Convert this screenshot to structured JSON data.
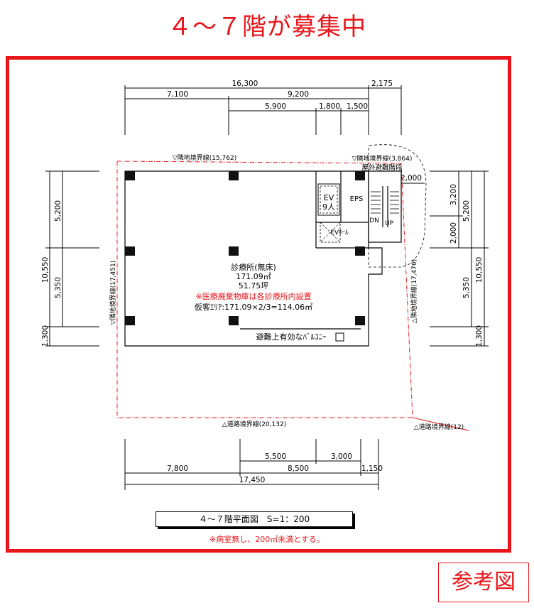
{
  "title": "４～７階が募集中",
  "stamp": "参考図",
  "plan": {
    "scale_title": "４～７階平面図　S=1：200",
    "note": "※病室無し、200㎡未満とする。",
    "room": {
      "name": "診療所(無床)",
      "area": "171.09㎡",
      "tsubo": "51.75坪",
      "waste_note": "※医療廃棄物庫は各診療所内設置",
      "rental": "仮客ｴﾘｱ:171.09×2/3=114.06㎡"
    },
    "labels": {
      "ev": "EV",
      "ev_capacity": "9人",
      "eps": "EPS",
      "ev_hall": "EVﾎｰﾙ",
      "dn": "DN",
      "up": "UP",
      "outdoor_stair": "屋外避難階段",
      "balcony": "避難上有効なﾊﾞﾙｺﾆｰ"
    },
    "boundaries": {
      "north": "▽隣地境界線(15,762)",
      "north_stair": "▽隣地境界線(3,864)",
      "west": "▽隣地境界線(17,451)",
      "east": "△隣地境界線(17,476)",
      "south": "△道路境界線(20,132)",
      "south_corner": "△道路境界線(12)"
    },
    "dims_top": [
      "16,300",
      "2,175",
      "7,100",
      "9,200",
      "5,900",
      "1,800",
      "1,500"
    ],
    "dims_right_extra": "2,000",
    "dims_left": [
      "10,550",
      "5,200",
      "5,350",
      "1,300"
    ],
    "dims_right": [
      "10,550",
      "3,200",
      "5,200",
      "2,000",
      "5,350",
      "1,300"
    ],
    "dims_bottom": [
      "5,500",
      "3,000",
      "7,800",
      "8,500",
      "1,150",
      "17,450"
    ]
  }
}
